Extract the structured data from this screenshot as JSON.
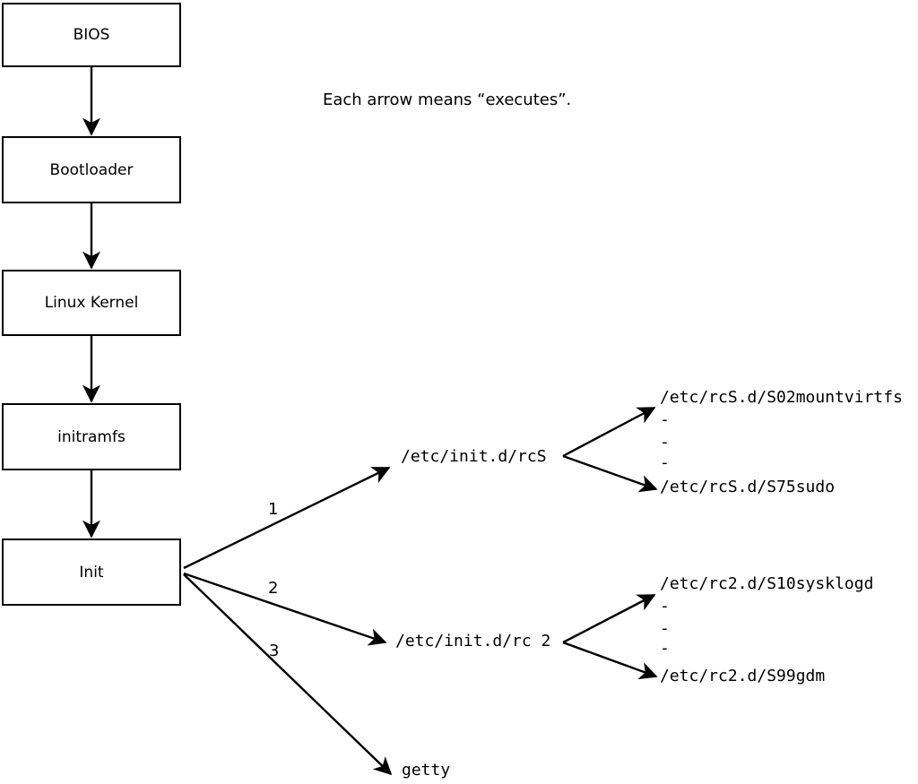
{
  "note": "Each arrow means “executes”.",
  "chain": {
    "boxes": [
      {
        "label": "BIOS"
      },
      {
        "label": "Bootloader"
      },
      {
        "label": "Linux Kernel"
      },
      {
        "label": "initramfs"
      },
      {
        "label": "Init"
      }
    ]
  },
  "init_branches": [
    {
      "number": "1",
      "target": "/etc/init.d/rcS"
    },
    {
      "number": "2",
      "target": "/etc/init.d/rc 2"
    },
    {
      "number": "3",
      "target": "getty"
    }
  ],
  "rcs_fan": {
    "entries": [
      "/etc/rcS.d/S02mountvirtfs",
      "-",
      "-",
      "-",
      "/etc/rcS.d/S75sudo"
    ]
  },
  "rc2_fan": {
    "entries": [
      "/etc/rc2.d/S10sysklogd",
      "-",
      "-",
      "-",
      "/etc/rc2.d/S99gdm"
    ]
  },
  "colors": {
    "line": "#000000",
    "background": "#ffffff",
    "box_fill": "#ffffff"
  }
}
